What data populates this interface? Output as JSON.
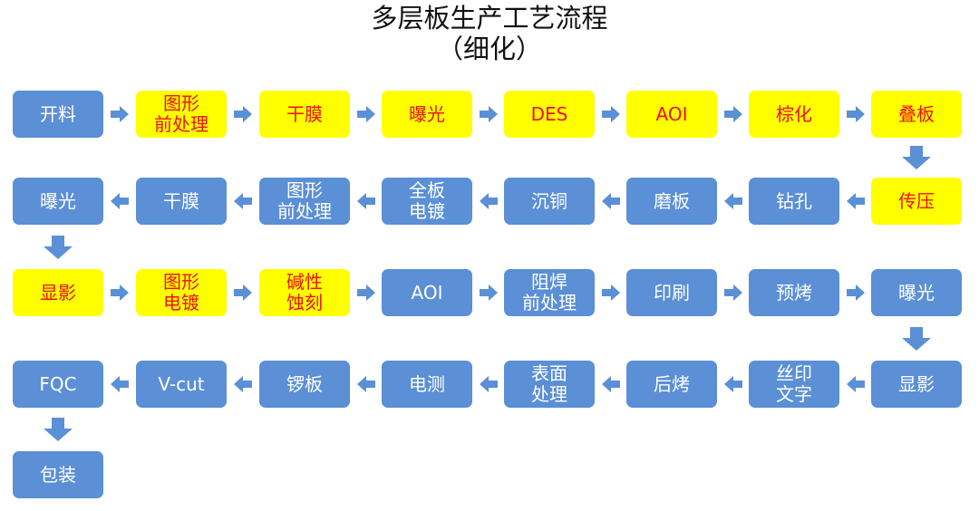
{
  "title": {
    "line1": "多层板生产工艺流程",
    "line2": "（细化）"
  },
  "colors": {
    "blue_box": "#5b8fd6",
    "yellow_box": "#ffff00",
    "yellow_text": "#ee1111",
    "arrow": "#5b8fd6"
  },
  "rows": [
    {
      "direction": "right",
      "steps": [
        {
          "label": "开料",
          "highlight": false
        },
        {
          "label": "图形\n前处理",
          "highlight": true
        },
        {
          "label": "干膜",
          "highlight": true
        },
        {
          "label": "曝光",
          "highlight": true
        },
        {
          "label": "DES",
          "highlight": true
        },
        {
          "label": "AOI",
          "highlight": true
        },
        {
          "label": "棕化",
          "highlight": true
        },
        {
          "label": "叠板",
          "highlight": true
        }
      ]
    },
    {
      "direction": "left",
      "steps": [
        {
          "label": "曝光",
          "highlight": false
        },
        {
          "label": "干膜",
          "highlight": false
        },
        {
          "label": "图形\n前处理",
          "highlight": false
        },
        {
          "label": "全板\n电镀",
          "highlight": false
        },
        {
          "label": "沉铜",
          "highlight": false
        },
        {
          "label": "磨板",
          "highlight": false
        },
        {
          "label": "钻孔",
          "highlight": false
        },
        {
          "label": "传压",
          "highlight": true
        }
      ]
    },
    {
      "direction": "right",
      "steps": [
        {
          "label": "显影",
          "highlight": true
        },
        {
          "label": "图形\n电镀",
          "highlight": true
        },
        {
          "label": "碱性\n蚀刻",
          "highlight": true
        },
        {
          "label": "AOI",
          "highlight": false
        },
        {
          "label": "阻焊\n前处理",
          "highlight": false
        },
        {
          "label": "印刷",
          "highlight": false
        },
        {
          "label": "预烤",
          "highlight": false
        },
        {
          "label": "曝光",
          "highlight": false
        }
      ]
    },
    {
      "direction": "left",
      "steps": [
        {
          "label": "FQC",
          "highlight": false
        },
        {
          "label": "V-cut",
          "highlight": false
        },
        {
          "label": "锣板",
          "highlight": false
        },
        {
          "label": "电测",
          "highlight": false
        },
        {
          "label": "表面\n处理",
          "highlight": false
        },
        {
          "label": "后烤",
          "highlight": false
        },
        {
          "label": "丝印\n文字",
          "highlight": false
        },
        {
          "label": "显影",
          "highlight": false
        }
      ]
    },
    {
      "direction": "none",
      "steps": [
        {
          "label": "包装",
          "highlight": false
        }
      ]
    }
  ]
}
